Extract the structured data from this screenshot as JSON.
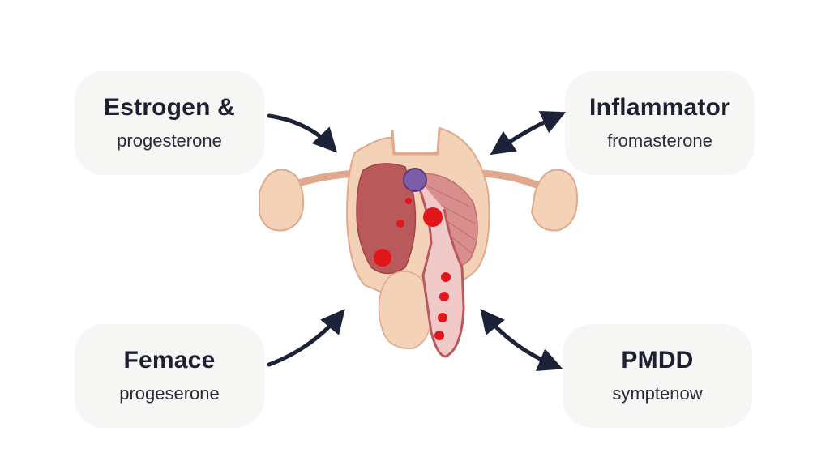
{
  "cards": {
    "top_left": {
      "title": "Estrogen &",
      "subtitle": "progesterone"
    },
    "top_right": {
      "title": "Inflammator",
      "subtitle": "fromasterone"
    },
    "bottom_left": {
      "title": "Femace",
      "subtitle": "progeserone"
    },
    "bottom_right": {
      "title": "PMDD",
      "subtitle": "symptenow"
    }
  },
  "colors": {
    "card_bg": "#f6f6f5",
    "arrow": "#1c2238",
    "tissue": "#f3d2b8",
    "tissue_outline": "#e0a98d",
    "organ_inner": "#b9595c",
    "organ_muscle": "#d98e8e",
    "node_purple": "#7d5ca8",
    "spot_red": "#e0161b"
  },
  "icons": {
    "center": "reproductive-organ-illustration",
    "arrows": [
      "arrow-right-down",
      "arrow-bidirectional",
      "arrow-right-up",
      "arrow-bidirectional"
    ]
  }
}
